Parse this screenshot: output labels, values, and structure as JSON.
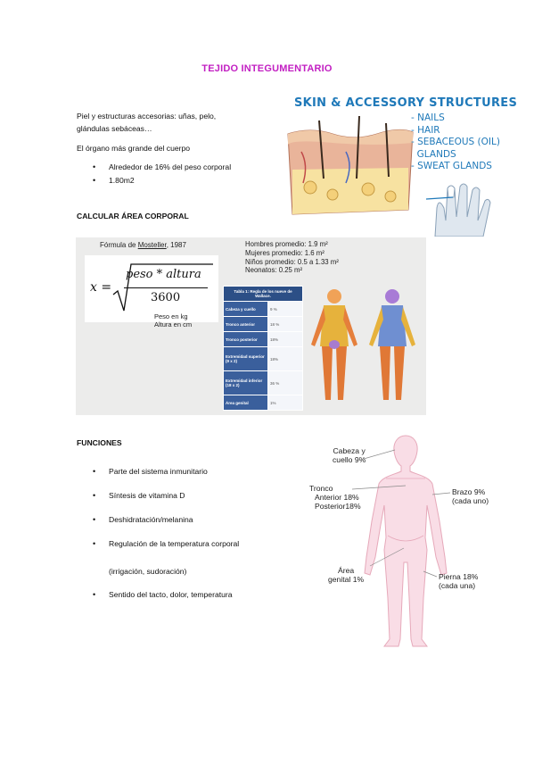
{
  "title": "TEJIDO INTEGUMENTARIO",
  "intro": {
    "line1": "Piel y estructuras accesorias: uñas, pelo,",
    "line2": "glándulas sebáceas…",
    "line3": "El órgano más grande del cuerpo",
    "bullets": [
      "Alrededor de 16% del peso corporal",
      "1.80m2"
    ]
  },
  "skin_panel": {
    "heading": "SKIN & ACCESSORY STRUCTURES",
    "items": [
      "- NAILS",
      "- HAIR",
      "- SEBACEOUS (OIL)",
      "  GLANDS",
      "- SWEAT GLANDS"
    ]
  },
  "section_area": "CALCULAR ÁREA CORPORAL",
  "mosteller": {
    "title_prefix": "Fórmula de ",
    "title_name": "Mosteller",
    "title_suffix": ", 1987",
    "x": "x =",
    "numerator": "peso * altura",
    "denominator": "3600",
    "unit1": "Peso en kg",
    "unit2": "Altura en cm",
    "averages": [
      "Hombres promedio: 1.9 m²",
      "Mujeres promedio: 1.6 m²",
      "Niños promedio: 0.5 a 1.33 m²",
      "Neonatos: 0.25 m²"
    ],
    "table_header": "Tabla 1: Regla de los nueve de Wallace.",
    "table_rows": [
      [
        "Cabeza y cuello",
        "9 %"
      ],
      [
        "Tronco anterior",
        "18 %"
      ],
      [
        "Tronco posterior",
        "18%"
      ],
      [
        "Extremidad superior (9 x 2)",
        "18%"
      ],
      [
        "Extremidad inferior (18 x 2)",
        "36 %"
      ],
      [
        "Área genital",
        "1%"
      ]
    ]
  },
  "section_functions": "FUNCIONES",
  "functions": [
    "Parte del sistema inmunitario",
    "Síntesis de vitamina D",
    "Deshidratación/melanina",
    "Regulación de la temperatura corporal"
  ],
  "functions_cont": "(irrigación, sudoración)",
  "functions_last": "Sentido del tacto, dolor, temperatura",
  "figure_labels": {
    "head": [
      "Cabeza y",
      "cuello 9%"
    ],
    "trunk": [
      "Tronco",
      "Anterior 18%",
      "Posterior18%"
    ],
    "arm": [
      "Brazo 9%",
      "(cada uno)"
    ],
    "genital": [
      "Área",
      "genital 1%"
    ],
    "leg": [
      "Pierna 18%",
      "(cada una)"
    ]
  },
  "colors": {
    "title": "#c21fc2",
    "skin_text": "#1f79b9",
    "silhouette": "#f9dde6"
  }
}
